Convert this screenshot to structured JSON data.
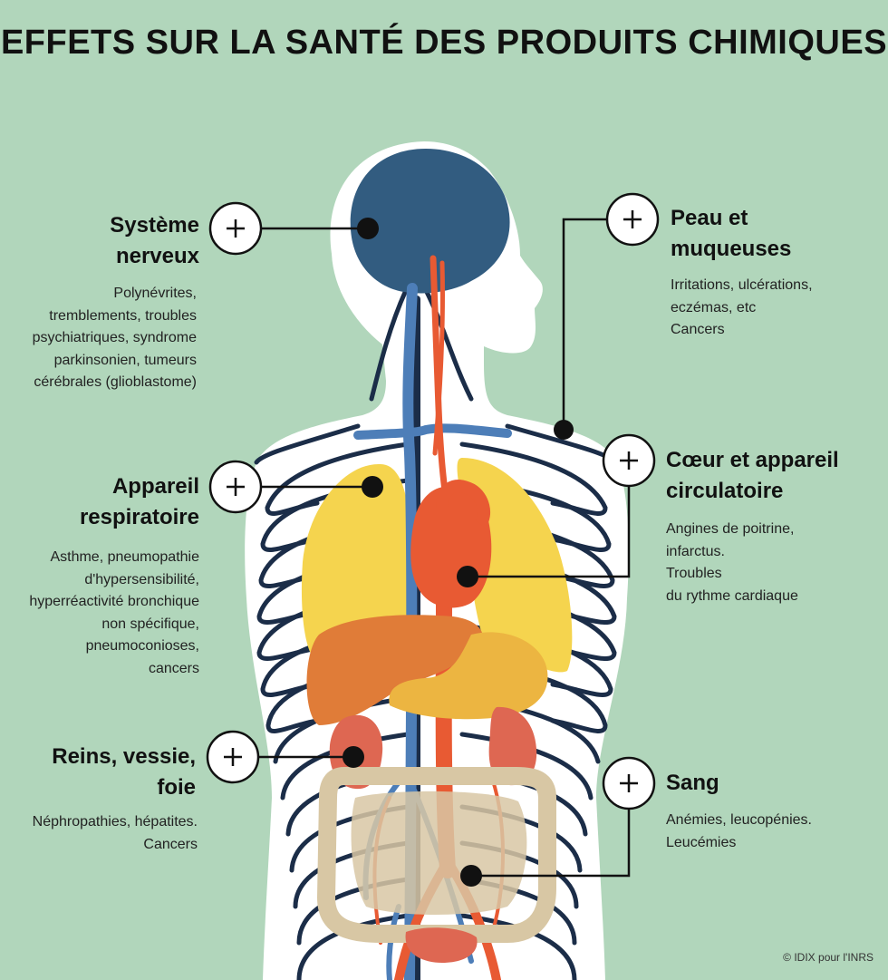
{
  "title": "EFFETS SUR LA SANTÉ DES PRODUITS CHIMIQUES",
  "sections": {
    "nerveux": {
      "heading": [
        "Système",
        "nerveux"
      ],
      "details": [
        "Polynévrites,",
        "tremblements, troubles",
        "psychiatriques, syndrome",
        "parkinsonien, tumeurs",
        "cérébrales (glioblastome)"
      ]
    },
    "respiratoire": {
      "heading": [
        "Appareil",
        "respiratoire"
      ],
      "details": [
        "Asthme, pneumopathie",
        "d'hypersensibilité,",
        "hyperréactivité bronchique",
        "non spécifique,",
        "pneumoconioses,",
        "cancers"
      ]
    },
    "reins": {
      "heading": [
        "Reins, vessie,",
        "foie"
      ],
      "details": [
        "Néphropathies, hépatites.",
        "Cancers"
      ]
    },
    "peau": {
      "heading": [
        "Peau et",
        "muqueuses"
      ],
      "details": [
        "Irritations, ulcérations,",
        "eczémas, etc",
        "Cancers"
      ]
    },
    "coeur": {
      "heading": [
        "Cœur et appareil",
        "circulatoire"
      ],
      "details": [
        "Angines de poitrine,",
        "infarctus.",
        "Troubles",
        "du rythme cardiaque"
      ]
    },
    "sang": {
      "heading": [
        "Sang"
      ],
      "details": [
        "Anémies, leucopénies.",
        "Leucémies"
      ]
    }
  },
  "credit": "© IDIX pour l'INRS",
  "colors": {
    "background": "#b1d6bb",
    "brain": "#325c80",
    "nerves": "#1b2d48",
    "veins": "#4d7eb8",
    "arteries": "#e85a33",
    "lungs": "#f5d44e",
    "liver": "#e07c38",
    "stomach": "#ecb541",
    "kidneys": "#de6752",
    "intestines": "#d8c7a4"
  },
  "icons": [
    "plus-icon",
    "connector-dot"
  ]
}
